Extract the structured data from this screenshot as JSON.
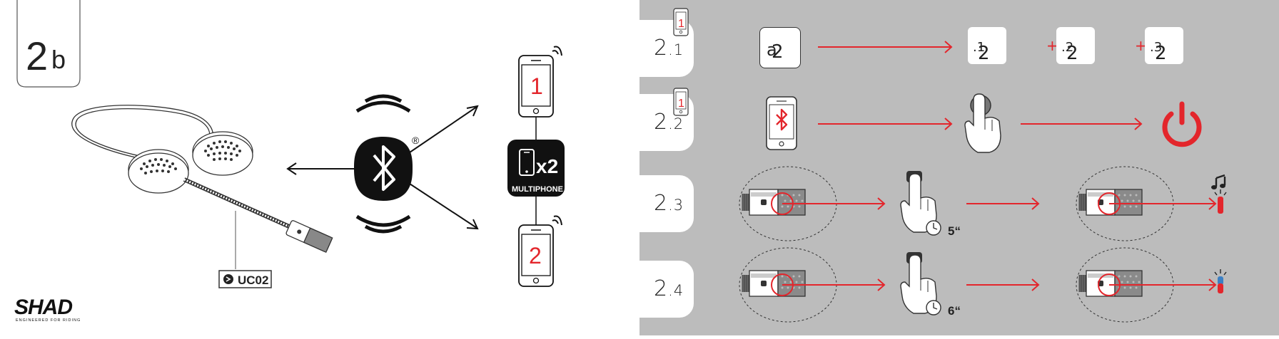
{
  "left": {
    "corner_label_main": "2",
    "corner_label_sub": "b",
    "phone1_number": "1",
    "phone2_number": "2",
    "multiphone_count": "x2",
    "multiphone_label": "MULTIPHONE",
    "registered_mark": "®",
    "cable_label": "UC02",
    "brand_name": "SHAD",
    "brand_tagline": "ENGINEERED FOR RIDING"
  },
  "right": {
    "tabs": [
      {
        "main": "2",
        "sub": ".1"
      },
      {
        "main": "2",
        "sub": ".2"
      },
      {
        "main": "2",
        "sub": ".3"
      },
      {
        "main": "2",
        "sub": ".4"
      }
    ],
    "tab_phone_badge": "1",
    "row1": {
      "start_main": "2",
      "start_sub": "a",
      "steps": [
        {
          "main": "2",
          "sub": ".1"
        },
        {
          "main": "2",
          "sub": ".2"
        },
        {
          "main": "2",
          "sub": ".3"
        }
      ],
      "plus": "+"
    },
    "row3_duration": "5“",
    "row4_duration": "6“"
  },
  "colors": {
    "accent_red": "#e3262c",
    "panel_gray": "#bcbcbc",
    "ink": "#222222",
    "led_blue": "#3b7fc4"
  }
}
